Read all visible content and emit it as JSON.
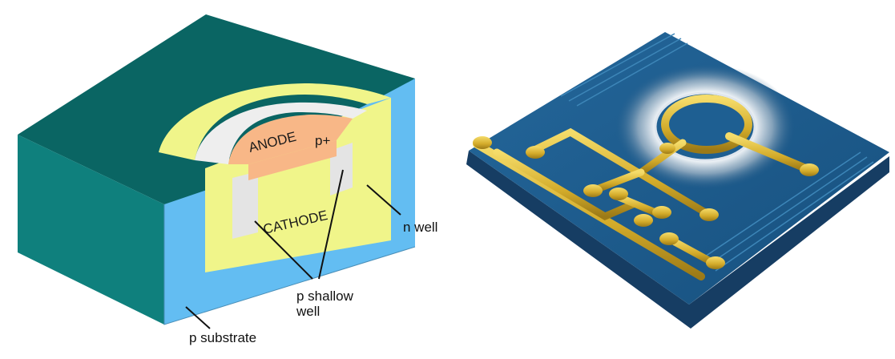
{
  "diagram": {
    "labels": {
      "anode": "ANODE",
      "p_plus": "p+",
      "cathode": "CATHODE",
      "n_well": "n well",
      "p_shallow_well_line1": "p shallow",
      "p_shallow_well_line2": "well",
      "p_substrate": "p substrate"
    },
    "colors": {
      "top_face": "#0a6563",
      "left_face": "#0f7f7d",
      "front_face": "#63bdf2",
      "n_well": "#f0f58a",
      "shallow_well": "#ebebeb",
      "anode": "#f8b787",
      "chip_blue": "#1c5b8c",
      "gold": "#d6b12e"
    }
  }
}
